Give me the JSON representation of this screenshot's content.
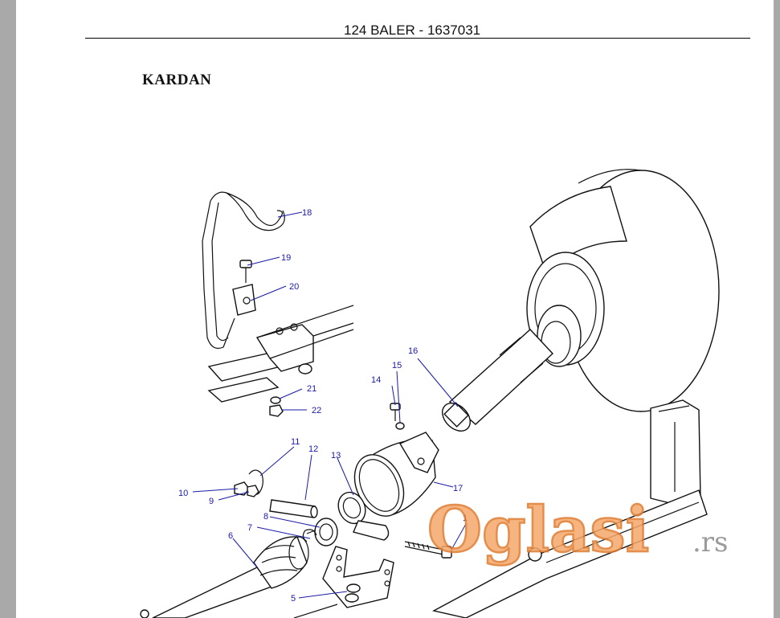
{
  "header": {
    "title": "124 BALER - 1637031"
  },
  "section": {
    "title": "KARDAN"
  },
  "callouts": [
    {
      "id": "c1",
      "text": "1"
    },
    {
      "id": "c5",
      "text": "5"
    },
    {
      "id": "c6",
      "text": "6"
    },
    {
      "id": "c7",
      "text": "7"
    },
    {
      "id": "c8",
      "text": "8"
    },
    {
      "id": "c9",
      "text": "9"
    },
    {
      "id": "c10",
      "text": "10"
    },
    {
      "id": "c11",
      "text": "11"
    },
    {
      "id": "c12",
      "text": "12"
    },
    {
      "id": "c13",
      "text": "13"
    },
    {
      "id": "c14",
      "text": "14"
    },
    {
      "id": "c15",
      "text": "15"
    },
    {
      "id": "c16",
      "text": "16"
    },
    {
      "id": "c17",
      "text": "17"
    },
    {
      "id": "c18",
      "text": "18"
    },
    {
      "id": "c19",
      "text": "19"
    },
    {
      "id": "c20",
      "text": "20"
    },
    {
      "id": "c21",
      "text": "21"
    },
    {
      "id": "c22",
      "text": "22"
    }
  ],
  "watermark": {
    "brand": "Oglasi",
    "suffix": ".rs"
  },
  "colors": {
    "callout": "#1a1aa6",
    "watermark_fill": "#f5a86a",
    "watermark_stroke": "#e07b2e",
    "gutter": "#a9a9a9"
  }
}
